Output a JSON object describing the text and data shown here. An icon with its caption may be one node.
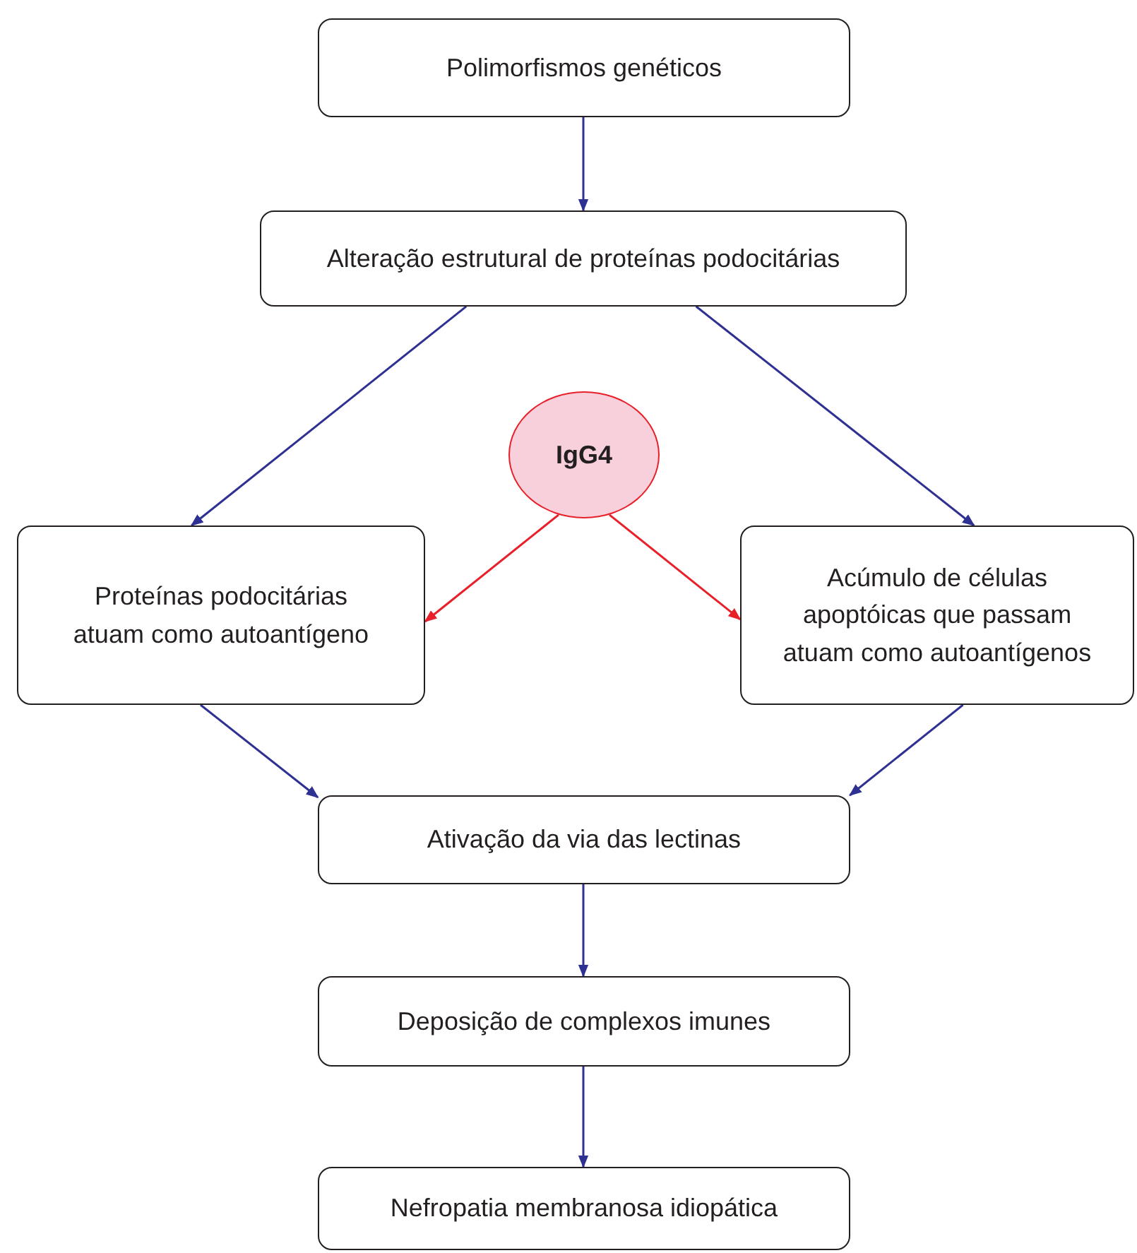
{
  "diagram": {
    "nodes": [
      {
        "text": [
          "Polimorfismos genéticos"
        ]
      },
      {
        "text": [
          "Alteração estrutural de proteínas podocitárias"
        ]
      },
      {
        "text": [
          "IgG4"
        ]
      },
      {
        "text": [
          "Proteínas podocitárias atuam como autoantígeno"
        ]
      },
      {
        "text": [
          "Acúmulo de células apoptóicas que passam atuam como autoantígenos"
        ]
      },
      {
        "text": [
          "Ativação da via das lectinas"
        ]
      },
      {
        "text": [
          "Deposição de complexos imunes"
        ]
      },
      {
        "text": [
          "Nefropatia membranosa idiopática"
        ]
      }
    ],
    "edges": [
      {
        "from": 0,
        "to": 1,
        "arrow": "to"
      },
      {
        "from": 1,
        "to": 3,
        "arrow": "to"
      },
      {
        "from": 1,
        "to": 4,
        "arrow": "to"
      },
      {
        "from": 2,
        "to": 3,
        "arrow": "to",
        "color": "#e8202a"
      },
      {
        "from": 2,
        "to": 4,
        "arrow": "to",
        "color": "#e8202a"
      },
      {
        "from": 3,
        "to": 5,
        "arrow": "to"
      },
      {
        "from": 4,
        "to": 5,
        "arrow": "to"
      },
      {
        "from": 5,
        "to": 6,
        "arrow": "to"
      },
      {
        "from": 6,
        "to": 7,
        "arrow": "to"
      }
    ]
  }
}
